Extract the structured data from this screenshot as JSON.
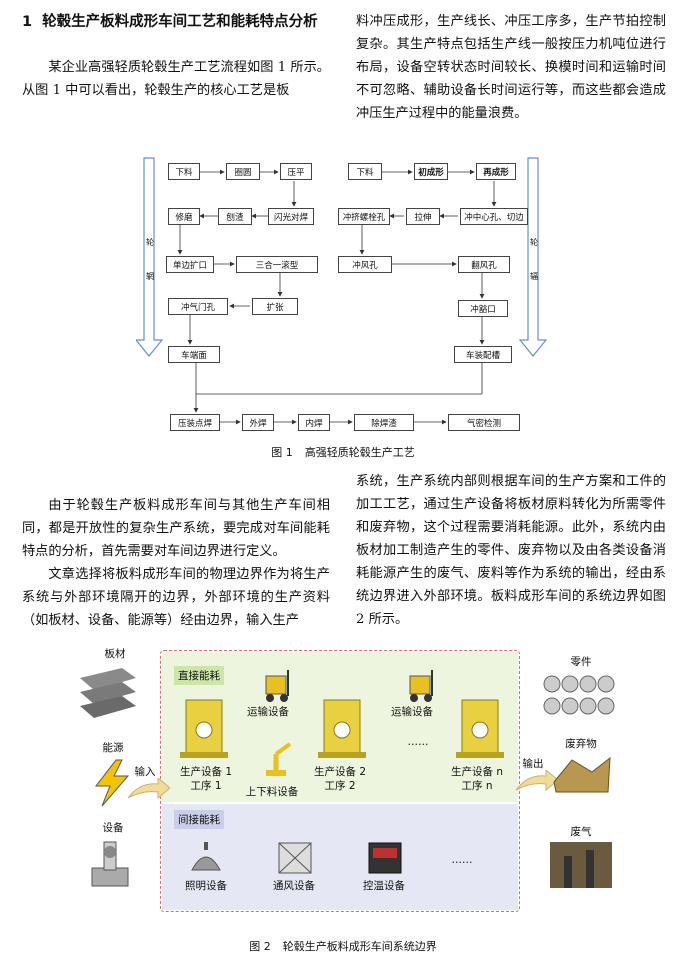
{
  "section": {
    "number": "1",
    "title": "轮毂生产板料成形车间工艺和能耗特点分析"
  },
  "paragraphs_top": {
    "left": "某企业高强轻质轮毂生产工艺流程如图 1 所示。从图 1 中可以看出，轮毂生产的核心工艺是板",
    "right": "料冲压成形，生产线长、冲压工序多，生产节拍控制复杂。其生产特点包括生产线一般按压力机吨位进行布局，设备空转状态时间较长、换模时间和运输时间不可忽略、辅助设备长时间运行等，而这些都会造成冲压生产过程中的能量浪费。"
  },
  "paragraphs_mid": {
    "left_1": "由于轮毂生产板料成形车间与其他生产车间相同，都是开放性的复杂生产系统，要完成对车间能耗特点的分析，首先需要对车间边界进行定义。",
    "left_2": "文章选择将板料成形车间的物理边界作为将生产系统与外部环境隔开的边界，外部环境的生产资料（如板材、设备、能源等）经由边界，输入生产",
    "right": "系统，生产系统内部则根据车间的生产方案和工件的加工工艺，通过生产设备将板材原料转化为所需零件和废弃物，这个过程需要消耗能源。此外，系统内由板材加工制造产生的零件、废弃物以及由各类设备消耗能源产生的废气、废料等作为系统的输出，经由系统边界进入外部环境。板料成形车间的系统边界如图 2 所示。"
  },
  "figure1": {
    "label": "图 1",
    "caption": "高强轻质轮毂生产工艺",
    "side_left": [
      "轮",
      "辋"
    ],
    "side_right": [
      "轮",
      "辐"
    ],
    "rim_row1": [
      "下料",
      "圈圆",
      "压平"
    ],
    "rim_row2": [
      "修磨",
      "刨渣",
      "闪光对焊"
    ],
    "rim_row3": [
      "单边扩口",
      "三合一滚型"
    ],
    "rim_row4": [
      "冲气门孔",
      "扩张"
    ],
    "rim_end": "车端面",
    "disc_row1": [
      "下料",
      "初成形",
      "再成形"
    ],
    "disc_row2": [
      "冲挤螺栓孔",
      "拉伸",
      "冲中心孔、切边"
    ],
    "disc_row3": [
      "冲风孔",
      "翻风孔"
    ],
    "disc_row4": "冲豁口",
    "disc_end": "车装配槽",
    "final_row": [
      "压装点焊",
      "外焊",
      "内焊",
      "除焊渣",
      "气密检测"
    ]
  },
  "figure2": {
    "label": "图 2",
    "caption": "轮毂生产板料成形车间系统边界",
    "inputs": [
      "板材",
      "能源",
      "设备"
    ],
    "input_arrow": "输入",
    "output_arrow": "输出",
    "outputs": [
      "零件",
      "废弃物",
      "废气"
    ],
    "direct_label": "直接能耗",
    "indirect_label": "间接能耗",
    "transport_1": "运输设备",
    "transport_2": "运输设备",
    "loader": "上下料设备",
    "ellipsis_direct": "……",
    "ellipsis_indirect": "……",
    "equipment": [
      {
        "name": "生产设备 1",
        "step": "工序 1"
      },
      {
        "name": "生产设备 2",
        "step": "工序 2"
      },
      {
        "name": "生产设备 n",
        "step": "工序 n"
      }
    ],
    "indirect_items": [
      "照明设备",
      "通风设备",
      "控温设备"
    ]
  }
}
